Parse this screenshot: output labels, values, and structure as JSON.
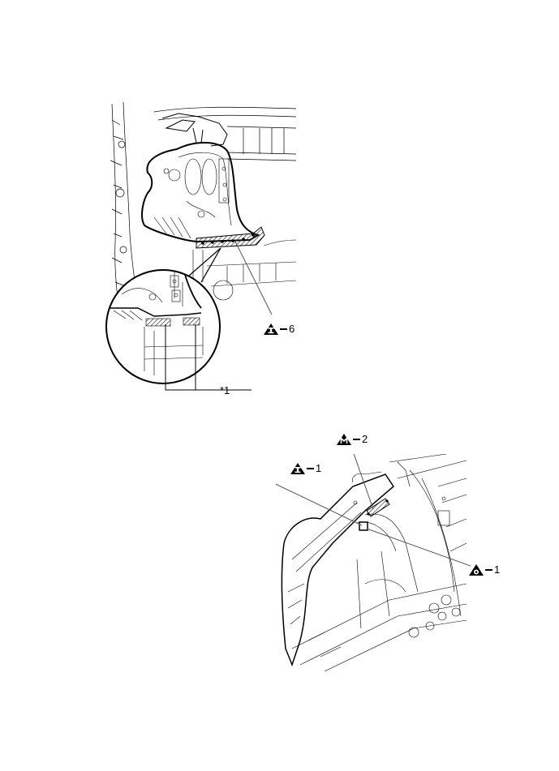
{
  "figures": [
    {
      "id": "upper",
      "description": "Rear quarter inner panel with hatched weld area and magnified detail circle",
      "callouts": [
        {
          "symbol": "triangle-I",
          "symbol_text": "I",
          "number": "6"
        },
        {
          "symbol": "none",
          "text": "*1"
        }
      ]
    },
    {
      "id": "lower",
      "description": "Rear body panel assembly perspective with spot weld callouts",
      "callouts": [
        {
          "symbol": "triangle-M",
          "symbol_text": "M",
          "number": "2"
        },
        {
          "symbol": "triangle-I",
          "symbol_text": "I",
          "number": "1"
        },
        {
          "symbol": "triangle-O",
          "symbol_text": "O",
          "number": "1"
        }
      ]
    }
  ],
  "labels": {
    "i6_num": "6",
    "star1": "*1",
    "m2_num": "2",
    "i1_num": "1",
    "o1_num": "1",
    "i_letter": "I",
    "m_letter": "M"
  },
  "colors": {
    "line": "#000000",
    "light_line": "#888888",
    "hatch": "#555555",
    "background": "#ffffff"
  }
}
